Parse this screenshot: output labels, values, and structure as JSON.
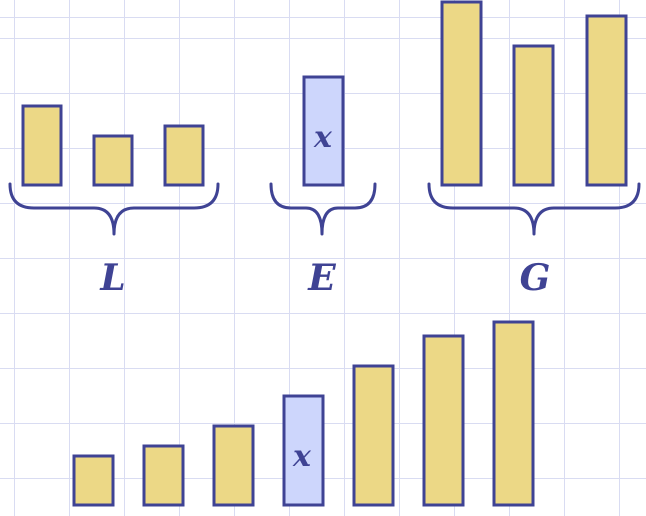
{
  "diagram": {
    "top_groups": [
      {
        "id": "L",
        "label": "L"
      },
      {
        "id": "E",
        "label": "E",
        "bar_label": "x"
      },
      {
        "id": "G",
        "label": "G"
      }
    ],
    "bottom_pivot_label": "x",
    "colors": {
      "bar_fill": "#ecd886",
      "pivot_fill": "#cdd6fc",
      "stroke": "#3f4394",
      "grid": "#d9dcf2"
    }
  }
}
